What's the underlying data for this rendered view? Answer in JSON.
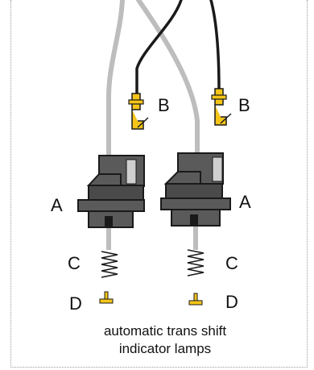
{
  "labels": {
    "a_left": "A",
    "a_right": "A",
    "b_left": "B",
    "b_right": "B",
    "c_left": "C",
    "c_right": "C",
    "d_left": "D",
    "d_right": "D"
  },
  "caption": {
    "line1": "automatic trans shift",
    "line2": "indicator lamps"
  },
  "colors": {
    "socket_dark": "#4a4a4a",
    "socket_light": "#8c8c8c",
    "socket_highlight": "#cfcfcf",
    "grey_wire": "#bdbdbd",
    "black_wire": "#1a1a1a",
    "terminal_yellow": "#f5c518",
    "bulb_yellow": "#f5c518"
  }
}
